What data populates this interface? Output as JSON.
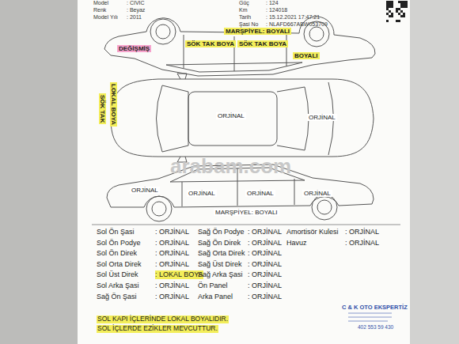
{
  "diagram": {
    "labels": [
      "Model",
      ": CIVIC",
      "Renk",
      ": Beyaz",
      "Model Yılı",
      ": 2011",
      "Güç",
      ": 124",
      "Km",
      ": 124018",
      "Tarih",
      ": 15.12.2021 17:47:21",
      "Şasi No",
      ": NLAFD667ABW053709",
      "MARŞPİYEL: BOYALI",
      "DEĞİŞMİŞ",
      "SÖK TAK BOYA",
      "SÖK TAK BOYA",
      "BOYALI",
      "LOKAL BOYA",
      "SÖK TAK",
      "ORJİNAL",
      "ORJİNAL",
      "ORJİNAL",
      "ORJİNAL",
      "ORJİNAL",
      "ORJİNAL",
      "MARŞPİYEL: BOYALI",
      "Sol Ön Şasi",
      ": ORJİNAL",
      "Sol Ön Podye",
      ": ORJİNAL",
      "Sol Ön Direk",
      ": ORJİNAL",
      "Sol Orta Direk",
      ": ORJİNAL",
      "Sol Üst Direk",
      ": LOKAL BOYA",
      "Sol Arka Şasi",
      ": ORJİNAL",
      "Sağ Ön Şasi",
      ": ORJİNAL",
      "Sağ Ön Podye",
      ": ORJİNAL",
      "Sağ Ön Direk",
      ": ORJİNAL",
      "Sağ Orta Direk",
      ": ORJİNAL",
      "Sağ Üst Direk",
      ": ORJİNAL",
      "Sağ Arka Şasi",
      ": ORJİNAL",
      "Ön Panel",
      ": ORJİNAL",
      "Arka Panel",
      ": ORJİNAL",
      "Amortisör Kulesi",
      ": ORJİNAL",
      "Havuz",
      ": ORJİNAL",
      "SOL KAPI İÇLERİNDE LOKAL BOYALIDIR.",
      "SOL İÇLERDE EZİKLER MEVCUTTUR.",
      "C & K OTO EKSPERTİZ",
      "402 553 59 430",
      "arabam.com"
    ]
  }
}
